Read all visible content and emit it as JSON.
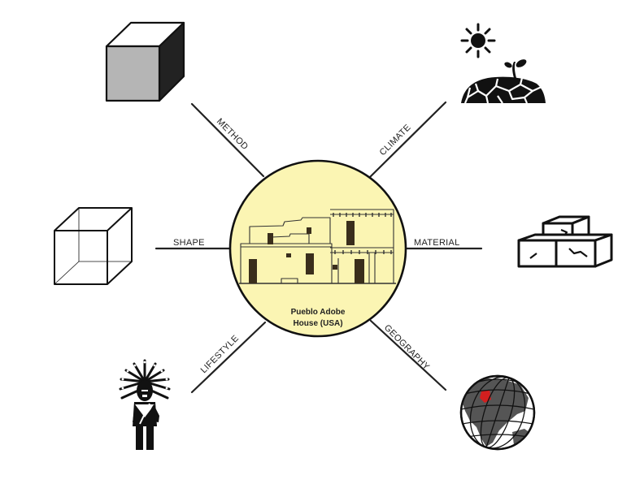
{
  "center": {
    "title_line1": "Pueblo Adobe",
    "title_line2": "House (USA)",
    "fill_color": "#fbf5b3",
    "stroke_color": "#111111"
  },
  "spokes": [
    {
      "key": "method",
      "label": "METHOD",
      "icon": "solid-cube-icon"
    },
    {
      "key": "climate",
      "label": "CLIMATE",
      "icon": "sun-dry-earth-sprout-icon"
    },
    {
      "key": "shape",
      "label": "SHAPE",
      "icon": "wireframe-cube-icon"
    },
    {
      "key": "material",
      "label": "MATERIAL",
      "icon": "adobe-bricks-icon"
    },
    {
      "key": "lifestyle",
      "label": "LIFESTYLE",
      "icon": "native-american-headdress-figure-icon"
    },
    {
      "key": "geography",
      "label": "GEOGRAPHY",
      "icon": "globe-north-america-icon"
    }
  ],
  "highlight_color": "#d21f1f"
}
